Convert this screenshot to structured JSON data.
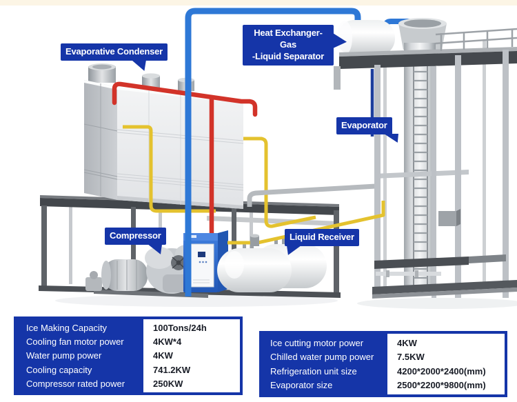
{
  "page": {
    "background": "#ffffff",
    "top_strip_color": "#fcf5e5"
  },
  "colors": {
    "label_blue": "#1535a8",
    "pipe_blue": "#2e78d6",
    "pipe_dark_blue": "#1d3e9c",
    "pipe_red": "#d23329",
    "pipe_yellow": "#e4c22e",
    "steel_light": "#d6d9dc",
    "steel_dark": "#45494e",
    "value_text": "#181c26"
  },
  "callouts": {
    "evaporative_condenser": {
      "label": "Evaporative Condenser"
    },
    "heat_exchanger": {
      "line1": "Heat Exchanger-Gas",
      "line2": "-Liquid Separator"
    },
    "evaporator": {
      "label": "Evaporator"
    },
    "compressor": {
      "label": "Compressor"
    },
    "liquid_receiver": {
      "label": "Liquid Receiver"
    }
  },
  "spec_tables": {
    "left": {
      "rows": [
        {
          "label": "Ice Making Capacity",
          "value": "100Tons/24h"
        },
        {
          "label": "Cooling fan motor power",
          "value": "4KW*4"
        },
        {
          "label": "Water pump power",
          "value": "4KW"
        },
        {
          "label": "Cooling capacity",
          "value": "741.2KW"
        },
        {
          "label": "Compressor rated power",
          "value": "250KW"
        }
      ]
    },
    "right": {
      "rows": [
        {
          "label": "Ice cutting motor power",
          "value": "4KW"
        },
        {
          "label": "Chilled water pump power",
          "value": "7.5KW"
        },
        {
          "label": "Refrigeration unit size",
          "value": "4200*2000*2400(mm)"
        },
        {
          "label": "Evaporator size",
          "value": "2500*2200*9800(mm)"
        }
      ]
    }
  }
}
